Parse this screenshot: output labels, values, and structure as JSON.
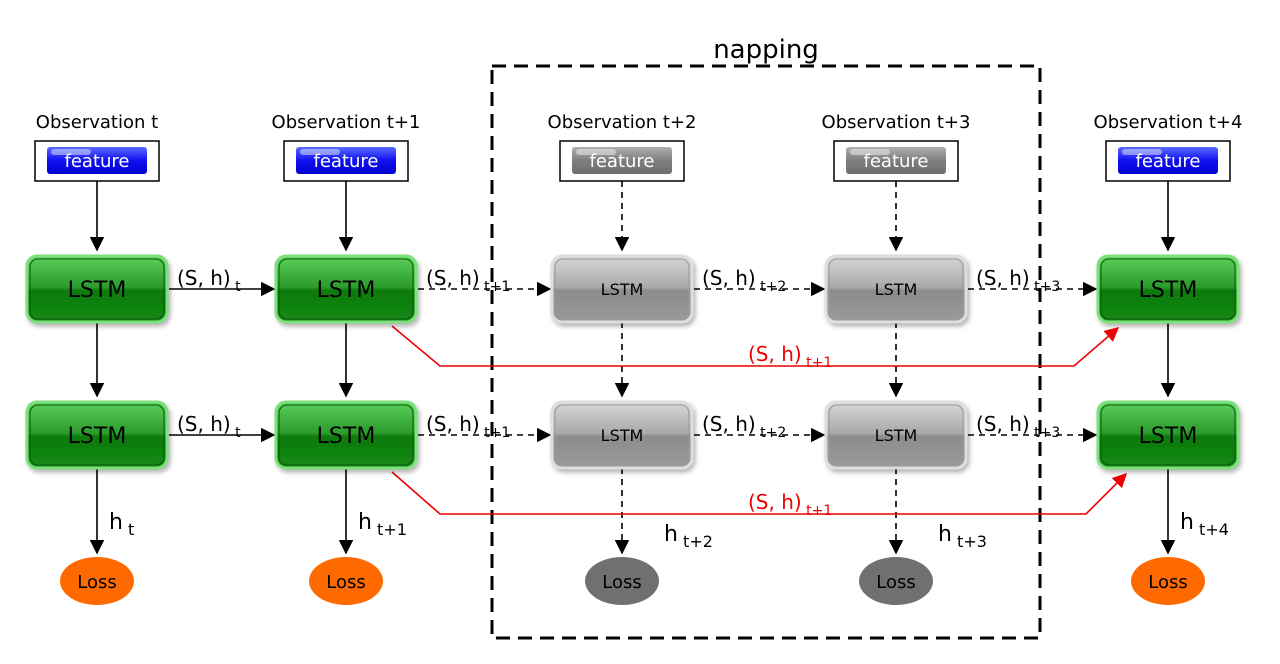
{
  "title": "napping",
  "colors": {
    "active_lstm": "#1a8a1a",
    "inactive_lstm": "#8a8a8a",
    "active_feature": "#0000e6",
    "inactive_feature": "#7a7a7a",
    "active_loss": "#ff6a00",
    "inactive_loss": "#707070",
    "skip_arrow": "#ee0000"
  },
  "timesteps": [
    {
      "observation": "Observation t",
      "feature": "feature",
      "lstm_top": "LSTM",
      "lstm_bottom": "LSTM",
      "h_base": "h",
      "h_sub": "t",
      "loss": "Loss",
      "active": true
    },
    {
      "observation": "Observation t+1",
      "feature": "feature",
      "lstm_top": "LSTM",
      "lstm_bottom": "LSTM",
      "h_base": "h",
      "h_sub": "t+1",
      "loss": "Loss",
      "active": true
    },
    {
      "observation": "Observation t+2",
      "feature": "feature",
      "lstm_top": "LSTM",
      "lstm_bottom": "LSTM",
      "h_base": "h",
      "h_sub": "t+2",
      "loss": "Loss",
      "active": false
    },
    {
      "observation": "Observation t+3",
      "feature": "feature",
      "lstm_top": "LSTM",
      "lstm_bottom": "LSTM",
      "h_base": "h",
      "h_sub": "t+3",
      "loss": "Loss",
      "active": false
    },
    {
      "observation": "Observation t+4",
      "feature": "feature",
      "lstm_top": "LSTM",
      "lstm_bottom": "LSTM",
      "h_base": "h",
      "h_sub": "t+4",
      "loss": "Loss",
      "active": true
    }
  ],
  "state_labels": [
    {
      "base": "(S, h)",
      "sub": "t"
    },
    {
      "base": "(S, h)",
      "sub": "t+1"
    },
    {
      "base": "(S, h)",
      "sub": "t+2"
    },
    {
      "base": "(S, h)",
      "sub": "t+3"
    }
  ],
  "skip_labels": [
    {
      "base": "(S, h)",
      "sub": "t+1"
    },
    {
      "base": "(S, h)",
      "sub": "t+1"
    }
  ]
}
